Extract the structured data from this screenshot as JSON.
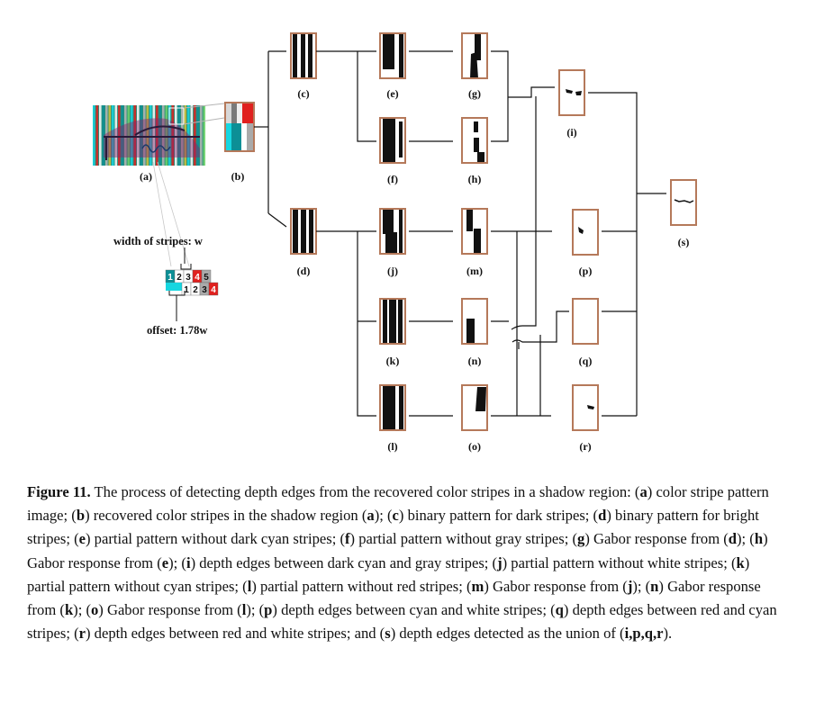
{
  "labels": {
    "a": "(a)",
    "b": "(b)",
    "c": "(c)",
    "d": "(d)",
    "e": "(e)",
    "f": "(f)",
    "g": "(g)",
    "h": "(h)",
    "i": "(i)",
    "j": "(j)",
    "k": "(k)",
    "l": "(l)",
    "m": "(m)",
    "n": "(n)",
    "o": "(o)",
    "p": "(p)",
    "q": "(q)",
    "r": "(r)",
    "s": "(s)"
  },
  "annotations": {
    "width": "width of stripes: w",
    "offset": "offset: 1.78w",
    "top_row": [
      "1",
      "2",
      "3",
      "4",
      "5"
    ],
    "bottom_row": [
      "1",
      "2",
      "3",
      "4"
    ]
  },
  "colors": {
    "frame": "#b5795a",
    "cyan": "#16d6e0",
    "dark_cyan": "#0c8f96",
    "red": "#e0201e",
    "gray": "#b7b7b7",
    "black": "#111111"
  },
  "caption": {
    "fig_label": "Figure 11.",
    "segments": [
      {
        "t": " The process of detecting depth edges from the recovered color stripes in a shadow region: (",
        "b": false
      },
      {
        "t": "a",
        "b": true
      },
      {
        "t": ") color stripe pattern image; (",
        "b": false
      },
      {
        "t": "b",
        "b": true
      },
      {
        "t": ") recovered color stripes in the shadow region (",
        "b": false
      },
      {
        "t": "a",
        "b": true
      },
      {
        "t": "); (",
        "b": false
      },
      {
        "t": "c",
        "b": true
      },
      {
        "t": ") binary pattern for dark stripes; (",
        "b": false
      },
      {
        "t": "d",
        "b": true
      },
      {
        "t": ") binary pattern for bright stripes; (",
        "b": false
      },
      {
        "t": "e",
        "b": true
      },
      {
        "t": ") partial pattern without dark cyan stripes; (",
        "b": false
      },
      {
        "t": "f",
        "b": true
      },
      {
        "t": ") partial pattern without gray stripes; (",
        "b": false
      },
      {
        "t": "g",
        "b": true
      },
      {
        "t": ") Gabor response from (",
        "b": false
      },
      {
        "t": "d",
        "b": true
      },
      {
        "t": "); (",
        "b": false
      },
      {
        "t": "h",
        "b": true
      },
      {
        "t": ") Gabor response from (",
        "b": false
      },
      {
        "t": "e",
        "b": true
      },
      {
        "t": "); (",
        "b": false
      },
      {
        "t": "i",
        "b": true
      },
      {
        "t": ") depth edges between dark cyan and gray stripes; (",
        "b": false
      },
      {
        "t": "j",
        "b": true
      },
      {
        "t": ") partial pattern without white stripes; (",
        "b": false
      },
      {
        "t": "k",
        "b": true
      },
      {
        "t": ") partial pattern without cyan stripes; (",
        "b": false
      },
      {
        "t": "l",
        "b": true
      },
      {
        "t": ") partial pattern without red stripes; (",
        "b": false
      },
      {
        "t": "m",
        "b": true
      },
      {
        "t": ") Gabor response from (",
        "b": false
      },
      {
        "t": "j",
        "b": true
      },
      {
        "t": "); (",
        "b": false
      },
      {
        "t": "n",
        "b": true
      },
      {
        "t": ") Gabor response from (",
        "b": false
      },
      {
        "t": "k",
        "b": true
      },
      {
        "t": "); (",
        "b": false
      },
      {
        "t": "o",
        "b": true
      },
      {
        "t": ") Gabor response from (",
        "b": false
      },
      {
        "t": "l",
        "b": true
      },
      {
        "t": "); (",
        "b": false
      },
      {
        "t": "p",
        "b": true
      },
      {
        "t": ") depth edges between cyan and white stripes; (",
        "b": false
      },
      {
        "t": "q",
        "b": true
      },
      {
        "t": ") depth edges between red and cyan stripes; (",
        "b": false
      },
      {
        "t": "r",
        "b": true
      },
      {
        "t": ") depth edges between red and white stripes; and (",
        "b": false
      },
      {
        "t": "s",
        "b": true
      },
      {
        "t": ") depth edges detected as the union of (",
        "b": false
      },
      {
        "t": "i,p,q,r",
        "b": true
      },
      {
        "t": ").",
        "b": false
      }
    ]
  }
}
